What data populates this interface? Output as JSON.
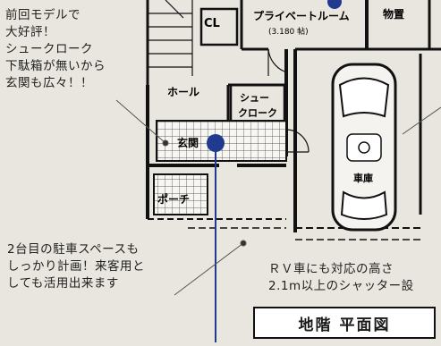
{
  "notes": {
    "top_left": "前回モデルで\n大好評！\nシュークローク\n下駄箱が無いから\n玄関も広々！！",
    "bottom_left": "2台目の駐車スペースも\nしっかり計画！来客用と\nしても活用出来ます",
    "bottom_right": "ＲＶ車にも対応の高さ\n2.1m以上のシャッター設"
  },
  "rooms": {
    "cl": "CL",
    "private_room": "プライベートルーム",
    "private_room_size": "(3.180 帖)",
    "storage": "物置",
    "hall": "ホール",
    "shoe_cloak_line1": "シュー",
    "shoe_cloak_line2": "クローク",
    "entrance": "玄関",
    "porch": "ポーチ",
    "garage": "車庫"
  },
  "caption": "地階 平面図",
  "colors": {
    "wall": "#111111",
    "marker": "#1f3a8f",
    "background": "#e9e6df"
  }
}
